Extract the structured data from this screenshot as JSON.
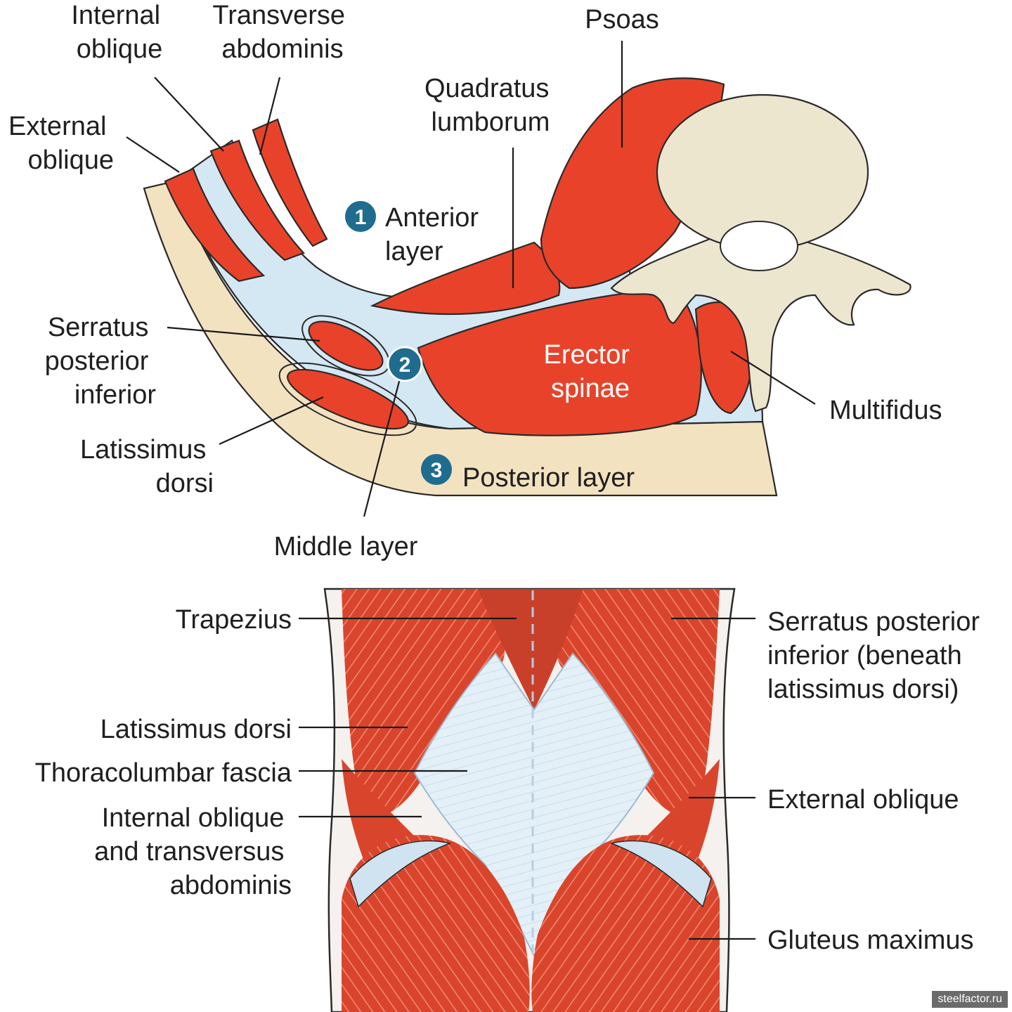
{
  "colors": {
    "muscle": "#e8432a",
    "muscle_dark": "#c8321e",
    "fascia_blue": "#d4e8f4",
    "fascia_tan": "#f3e2c0",
    "bone": "#ede6cf",
    "badge": "#1f6c8f"
  },
  "cross_section": {
    "labels": {
      "internal_oblique": [
        "Internal",
        "oblique"
      ],
      "transverse_abdominis": [
        "Transverse",
        "abdominis"
      ],
      "psoas": "Psoas",
      "quadratus_lumborum": [
        "Quadratus",
        "lumborum"
      ],
      "external_oblique": [
        "External",
        "oblique"
      ],
      "anterior_layer": [
        "Anterior",
        "layer"
      ],
      "serratus_posterior_inferior": [
        "Serratus",
        "posterior",
        "inferior"
      ],
      "erector_spinae": [
        "Erector",
        "spinae"
      ],
      "multifidus": "Multifidus",
      "latissimus_dorsi": [
        "Latissimus",
        "dorsi"
      ],
      "posterior_layer": "Posterior layer",
      "middle_layer": "Middle layer"
    },
    "badges": {
      "anterior": "1",
      "middle": "2",
      "posterior": "3"
    }
  },
  "back_view": {
    "labels": {
      "trapezius": "Trapezius",
      "latissimus_dorsi": "Latissimus dorsi",
      "thoracolumbar_fascia": "Thoracolumbar fascia",
      "internal_oblique_transversus": [
        "Internal oblique",
        "and transversus",
        "abdominis"
      ],
      "serratus_posterior_inferior": [
        "Serratus posterior",
        "inferior (beneath",
        "latissimus dorsi)"
      ],
      "external_oblique": "External oblique",
      "gluteus_maximus": "Gluteus maximus"
    }
  },
  "watermark": "steelfactor.ru"
}
